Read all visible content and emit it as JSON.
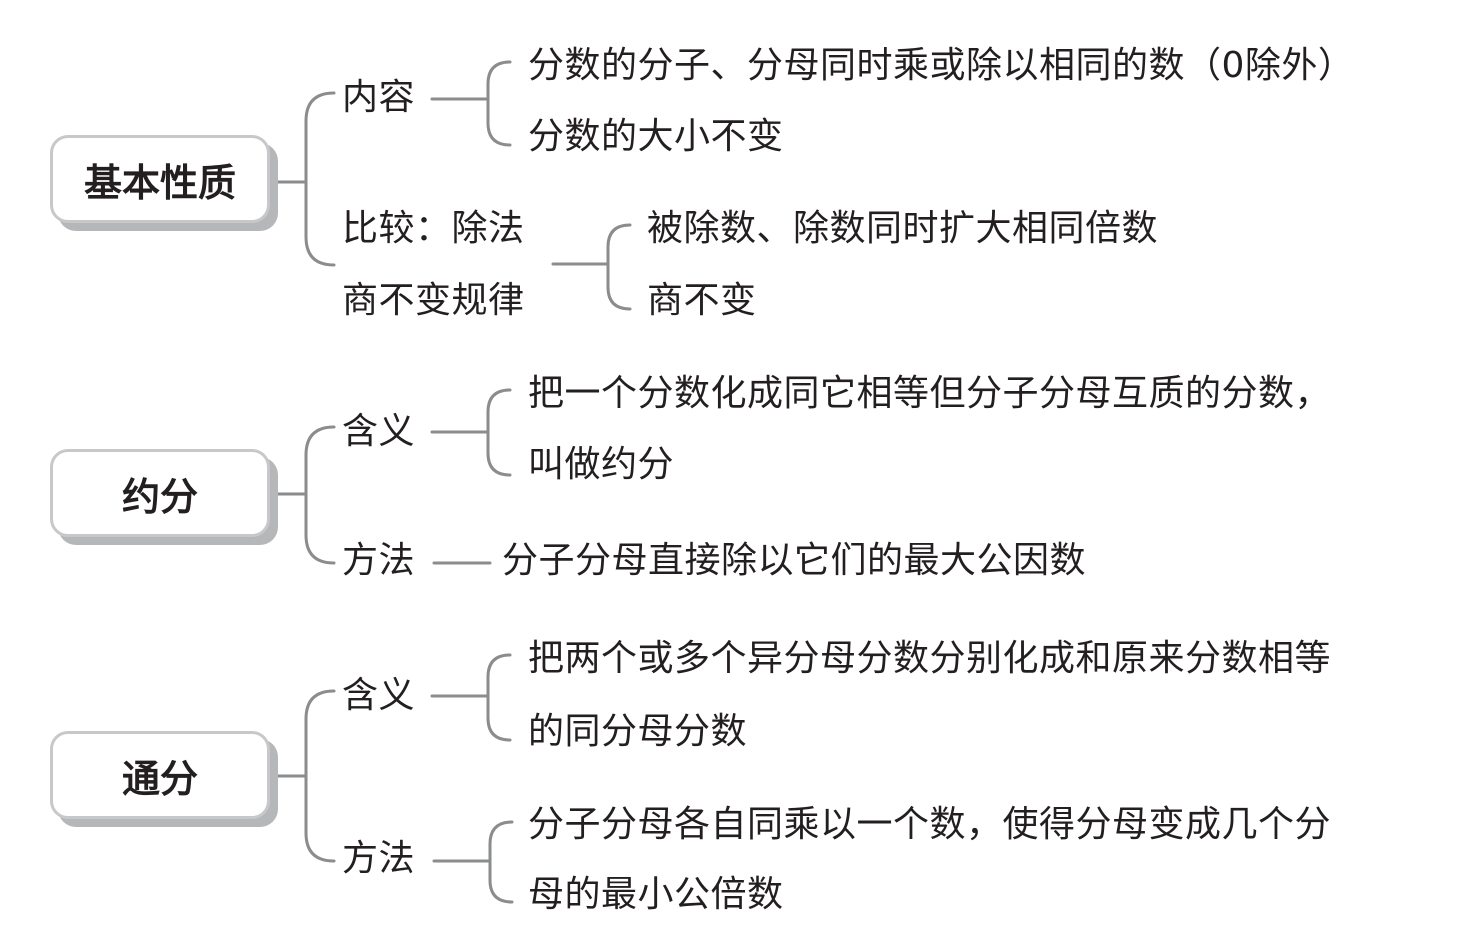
{
  "nodes": {
    "basic_property": "基本性质",
    "reduce": "约分",
    "common_denominator": "通分"
  },
  "basic": {
    "content_label": "内容",
    "content_line1": "分数的分子、分母同时乘或除以相同的数（0除外）",
    "content_line2": "分数的大小不变",
    "compare_label1": "比较：除法",
    "compare_label2": "商不变规律",
    "compare_line1": "被除数、除数同时扩大相同倍数",
    "compare_line2": "商不变"
  },
  "reduce": {
    "meaning_label": "含义",
    "meaning_line1": "把一个分数化成同它相等但分子分母互质的分数，",
    "meaning_line2": "叫做约分",
    "method_label": "方法",
    "method_text": "分子分母直接除以它们的最大公因数"
  },
  "common": {
    "meaning_label": "含义",
    "meaning_line1": "把两个或多个异分母分数分别化成和原来分数相等",
    "meaning_line2": "的同分母分数",
    "method_label": "方法",
    "method_line1": "分子分母各自同乘以一个数，使得分母变成几个分",
    "method_line2": "母的最小公倍数"
  },
  "colors": {
    "line": "#8a8c8e",
    "box_border": "#c7c8ca",
    "box_shadow": "#b6b7b9",
    "text": "#231f20"
  }
}
